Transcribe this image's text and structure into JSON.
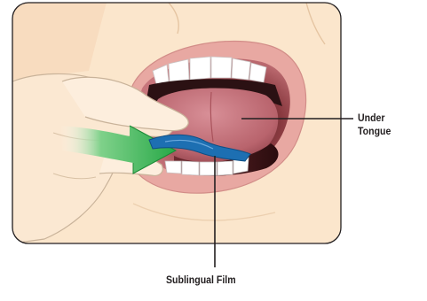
{
  "labels": {
    "under_tongue_line1": "Under",
    "under_tongue_line2": "Tongue",
    "sublingual_film": "Sublingual Film"
  },
  "colors": {
    "skin": "#fbe6cc",
    "lips": "#e8a8a2",
    "mouth_interior": "#b45a60",
    "tongue": "#d98890",
    "film": "#1d6fb2",
    "arrow": "#2db34a",
    "outline": "#231f20"
  }
}
